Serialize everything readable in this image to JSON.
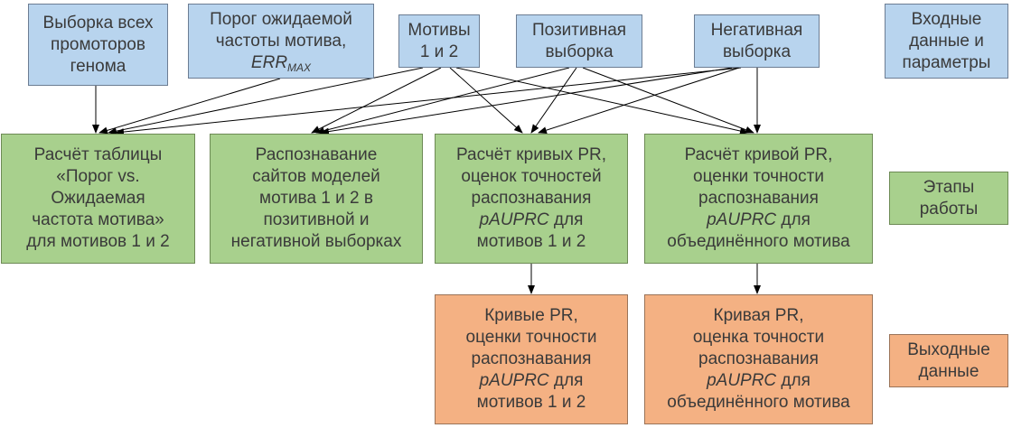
{
  "inputs": {
    "promoters": "Выборка всех\nпромоторов\nгенома",
    "threshold_line1": "Порог ожидаемой\nчастоты мотива,",
    "threshold_err": "ERR",
    "threshold_sub": "MAX",
    "motifs": "Мотивы\n1 и 2",
    "positive": "Позитивная\nвыборка",
    "negative": "Негативная\nвыборка"
  },
  "stages": {
    "table_l1": "Расчёт таблицы\n«Порог vs.\nОжидаемая\nчастота мотива»\nдля мотивов  1 и 2",
    "recognition": "Распознавание\nсайтов моделей\nмотива 1 и 2 в\nпозитивной  и\nнегативной выборках",
    "pr_curves_l1": "Расчёт кривых PR,\nоценок точностей\nраспознавания",
    "pr_curves_it": "pAUPRC",
    "pr_curves_l2": " для\nмотивов 1 и 2",
    "pr_combined_l1": "Расчёт кривой PR,\nоценки точности\nраспознавания",
    "pr_combined_it": "pAUPRC",
    "pr_combined_l2": " для\nобъединённого мотива"
  },
  "outputs": {
    "curves_l1": "Кривые PR,\nоценки точности\nраспознавания",
    "curves_it": "pAUPRC",
    "curves_l2": " для\nмотивов 1 и 2",
    "combined_l1": "Кривая PR,\nоценка точности\nраспознавания",
    "combined_it": "pAUPRC",
    "combined_l2": " для\nобъединённого мотива"
  },
  "legend": {
    "inputs": "Входные\nданные и\nпараметры",
    "stages": "Этапы\nработы",
    "outputs": "Выходные\nданные"
  }
}
